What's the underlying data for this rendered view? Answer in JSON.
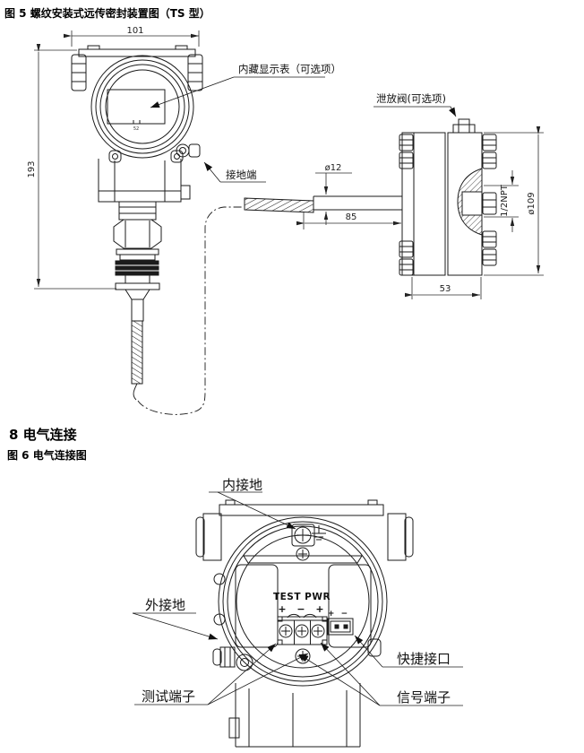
{
  "fig5": {
    "caption": "图 5 螺纹安装式远传密封装置图（TS 型）",
    "labels": {
      "display": "内藏显示表（可选项）",
      "ground": "接地端",
      "vent": "泄放阀(可选项)"
    },
    "dims": {
      "housing_width": "101",
      "housing_height": "193",
      "capillary_dia": "ø12",
      "capillary_len": "85",
      "seal_thickness": "53",
      "flange_dia": "ø109",
      "thread": "1/2NPT"
    },
    "display_mark": "52"
  },
  "section8": {
    "heading": "8 电气连接"
  },
  "fig6": {
    "caption": "图 6 电气连接图",
    "labels": {
      "internal_ground": "内接地",
      "external_ground": "外接地",
      "test_terminal": "测试端子",
      "quick_port": "快捷接口",
      "signal_terminal": "信号端子"
    },
    "terminal": {
      "title": "TEST PWR",
      "polarity": [
        "+",
        "−",
        "+"
      ],
      "connector_polarity": "+ −"
    }
  }
}
